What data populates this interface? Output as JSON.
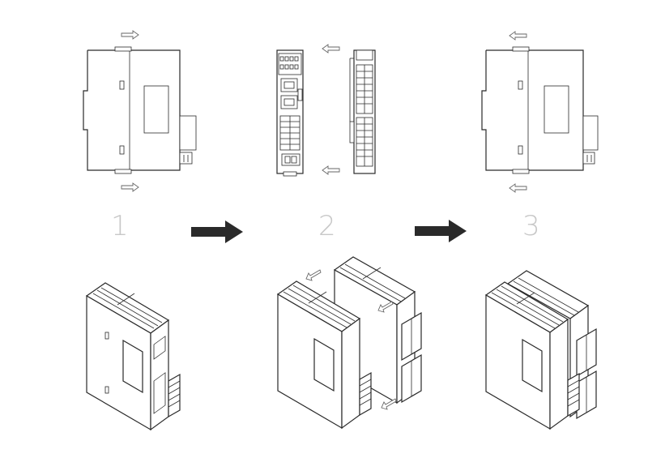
{
  "steps": [
    {
      "number": "1"
    },
    {
      "number": "2"
    },
    {
      "number": "3"
    }
  ],
  "colors": {
    "line": "#2a2a2a",
    "step_number": "#c8c8c8",
    "arrow": "#111111",
    "background": "#ffffff"
  },
  "icons": [
    "hollow-arrow-icon",
    "solid-right-arrow-icon"
  ]
}
